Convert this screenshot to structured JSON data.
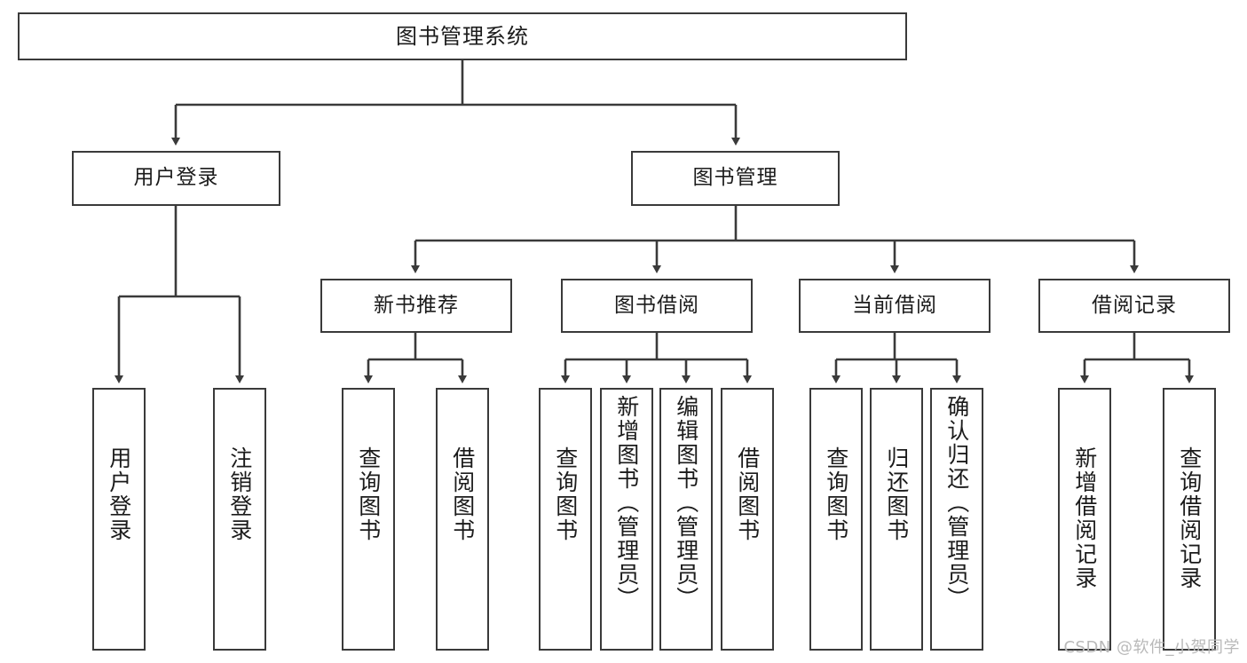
{
  "diagram": {
    "title": "图书管理系统",
    "type": "tree",
    "root": {
      "id": "root",
      "label": "图书管理系统"
    },
    "level2": [
      {
        "id": "user-login",
        "label": "用户登录"
      },
      {
        "id": "book-manage",
        "label": "图书管理"
      }
    ],
    "level3": [
      {
        "id": "new-book-recommend",
        "label": "新书推荐",
        "parent": "book-manage"
      },
      {
        "id": "book-borrow",
        "label": "图书借阅",
        "parent": "book-manage"
      },
      {
        "id": "current-borrow",
        "label": "当前借阅",
        "parent": "book-manage"
      },
      {
        "id": "borrow-record",
        "label": "借阅记录",
        "parent": "book-manage"
      }
    ],
    "leaves": [
      {
        "id": "leaf-user-login",
        "label": "用户登录",
        "parent": "user-login",
        "short": true
      },
      {
        "id": "leaf-logout-login",
        "label": "注销登录",
        "parent": "user-login",
        "short": true
      },
      {
        "id": "leaf-query-book-1",
        "label": "查询图书",
        "parent": "new-book-recommend",
        "short": true
      },
      {
        "id": "leaf-borrow-book-1",
        "label": "借阅图书",
        "parent": "new-book-recommend",
        "short": true
      },
      {
        "id": "leaf-query-book-2",
        "label": "查询图书",
        "parent": "book-borrow",
        "short": true
      },
      {
        "id": "leaf-add-book",
        "label": "新增图书（管理员）",
        "parent": "book-borrow",
        "short": false
      },
      {
        "id": "leaf-edit-book",
        "label": "编辑图书（管理员）",
        "parent": "book-borrow",
        "short": false
      },
      {
        "id": "leaf-borrow-book-2",
        "label": "借阅图书",
        "parent": "book-borrow",
        "short": true
      },
      {
        "id": "leaf-query-book-3",
        "label": "查询图书",
        "parent": "current-borrow",
        "short": true
      },
      {
        "id": "leaf-return-book",
        "label": "归还图书",
        "parent": "current-borrow",
        "short": true
      },
      {
        "id": "leaf-confirm-return",
        "label": "确认归还（管理员）",
        "parent": "current-borrow",
        "short": false
      },
      {
        "id": "leaf-add-record",
        "label": "新增借阅记录",
        "parent": "borrow-record",
        "short": true
      },
      {
        "id": "leaf-query-record",
        "label": "查询借阅记录",
        "parent": "borrow-record",
        "short": true
      }
    ],
    "watermark": "CSDN @软件_小贺同学",
    "colors": {
      "stroke": "#3a3a3a",
      "fill": "#ffffff",
      "text": "#1b1b1b",
      "watermark": "#b9b9b9"
    }
  }
}
